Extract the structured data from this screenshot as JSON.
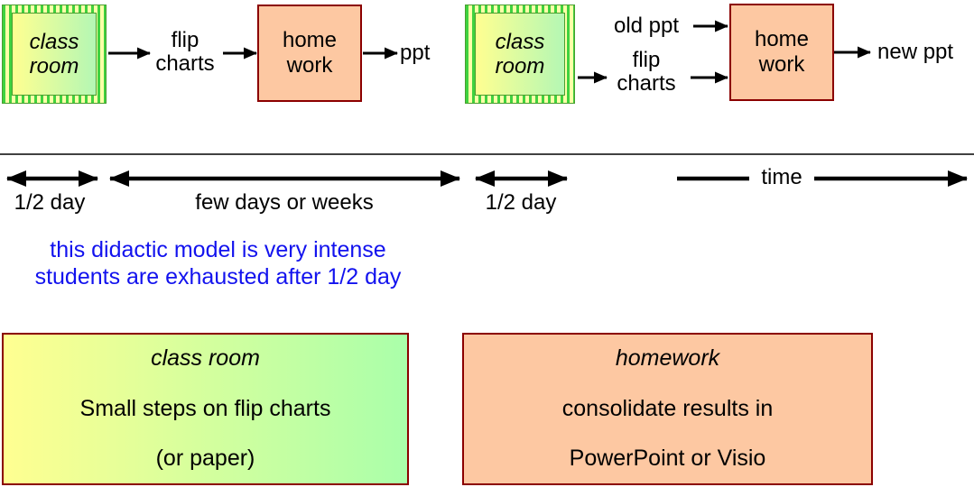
{
  "palette": {
    "classroom_gradient_start": "#ffff91",
    "classroom_gradient_end": "#b4f7b4",
    "legend_green_end": "#aaffaa",
    "classroom_stripe_green": "#3fd23f",
    "classroom_stripe_yellow": "#ffffa8",
    "classroom_outline": "#4a9e2f",
    "homework_fill": "#fdc8a2",
    "box_border": "#8b0000",
    "note_blue": "#1212ee",
    "ink": "#000000"
  },
  "flow1": {
    "classroom_label": "class\nroom",
    "flip_charts_label": "flip\ncharts",
    "homework_label": "home\nwork",
    "output_label": "ppt"
  },
  "flow2": {
    "classroom_label": "class\nroom",
    "old_ppt_label": "old ppt",
    "flip_charts_label": "flip\ncharts",
    "homework_label": "home\nwork",
    "output_label": "new ppt"
  },
  "timeline": {
    "segment1_label": "1/2 day",
    "segment2_label": "few days or weeks",
    "segment3_label": "1/2 day",
    "axis_label": "time"
  },
  "note": {
    "text": "this didactic model is very intense\nstudents are exhausted after 1/2 day"
  },
  "legend": {
    "classroom": {
      "title": "class room",
      "line1": "Small steps on flip charts",
      "line2": "(or paper)"
    },
    "homework": {
      "title": "homework",
      "line1": "consolidate results in",
      "line2": "PowerPoint or Visio"
    }
  }
}
